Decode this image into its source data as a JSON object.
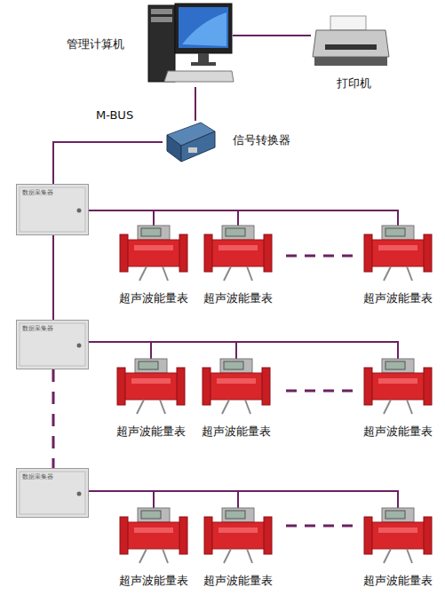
{
  "diagram": {
    "nodes": [
      {
        "text": [
          "管理计算机"
        ]
      },
      {
        "text": [
          "打印机"
        ]
      },
      {
        "text": [
          "信号转换器"
        ]
      },
      {
        "text": [
          "数据采集器"
        ]
      },
      {
        "text": [
          "数据采集器"
        ]
      },
      {
        "text": [
          "数据采集器"
        ]
      },
      {
        "text": [
          "超声波能量表"
        ]
      },
      {
        "text": [
          "超声波能量表"
        ]
      },
      {
        "text": [
          "超声波能量表"
        ]
      },
      {
        "text": [
          "超声波能量表"
        ]
      },
      {
        "text": [
          "超声波能量表"
        ]
      },
      {
        "text": [
          "超声波能量表"
        ]
      },
      {
        "text": [
          "超声波能量表"
        ]
      },
      {
        "text": [
          "超声波能量表"
        ]
      },
      {
        "text": [
          "超声波能量表"
        ]
      }
    ],
    "edges": [
      {
        "from": 0,
        "to": 1,
        "arrow": "none"
      },
      {
        "from": 0,
        "to": 2,
        "arrow": "none"
      },
      {
        "from": 2,
        "to": 3,
        "arrow": "none"
      },
      {
        "from": 3,
        "to": 4,
        "arrow": "none"
      },
      {
        "from": 4,
        "to": 5,
        "arrow": "none"
      },
      {
        "from": 3,
        "to": 6,
        "arrow": "none"
      },
      {
        "from": 3,
        "to": 7,
        "arrow": "none"
      },
      {
        "from": 3,
        "to": 8,
        "arrow": "none"
      },
      {
        "from": 4,
        "to": 9,
        "arrow": "none"
      },
      {
        "from": 4,
        "to": 10,
        "arrow": "none"
      },
      {
        "from": 4,
        "to": 11,
        "arrow": "none"
      },
      {
        "from": 5,
        "to": 12,
        "arrow": "none"
      },
      {
        "from": 5,
        "to": 13,
        "arrow": "none"
      },
      {
        "from": 5,
        "to": 14,
        "arrow": "none"
      }
    ],
    "labels": [
      "M-BUS"
    ]
  }
}
